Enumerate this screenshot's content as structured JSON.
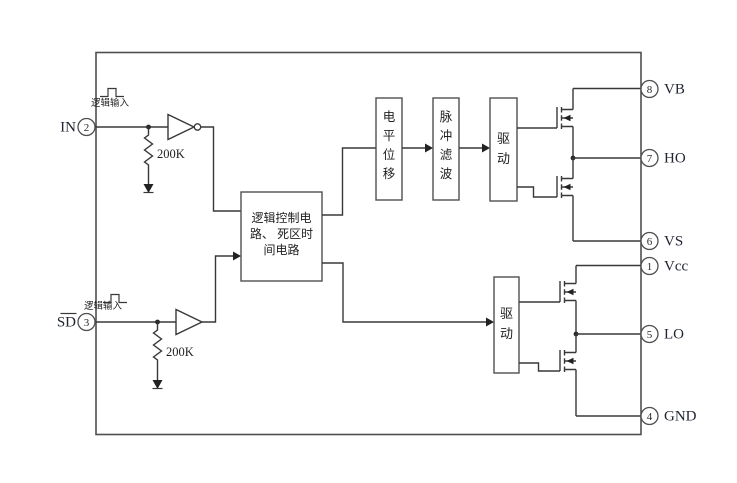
{
  "diagram": {
    "type": "ic-functional-block-diagram",
    "colors": {
      "background": "#ffffff",
      "line": "#383838",
      "text": "#1d1d1d"
    },
    "left_pins": {
      "in": {
        "number": "2",
        "name": "IN"
      },
      "sd": {
        "number": "3",
        "name": "SD",
        "overline": true
      }
    },
    "right_pins": {
      "vb": {
        "number": "8",
        "name": "VB"
      },
      "ho": {
        "number": "7",
        "name": "HO"
      },
      "vs": {
        "number": "6",
        "name": "VS"
      },
      "vcc": {
        "number": "1",
        "name": "Vcc"
      },
      "lo": {
        "number": "5",
        "name": "LO"
      },
      "gnd": {
        "number": "4",
        "name": "GND"
      }
    },
    "resistors": {
      "in_pulldown": "200K",
      "sd_pulldown": "200K"
    },
    "annotations": {
      "in_logic_input": "逻辑输入",
      "sd_logic_input": "逻辑输入"
    },
    "blocks": {
      "logic_control": {
        "label": "逻辑控制电路、死区时间电路",
        "lines": [
          "逻辑控制电",
          "路、 死区时",
          "间电路"
        ]
      },
      "level_shift": {
        "label": "电平位移",
        "chars": [
          "电",
          "平",
          "位",
          "移"
        ]
      },
      "pulse_filter": {
        "label": "脉冲滤波",
        "chars": [
          "脉",
          "冲",
          "滤",
          "波"
        ]
      },
      "drive_high": {
        "label": "驱动",
        "chars": [
          "驱",
          "动"
        ]
      },
      "drive_low": {
        "label": "驱动",
        "chars": [
          "驱",
          "动"
        ]
      }
    }
  }
}
